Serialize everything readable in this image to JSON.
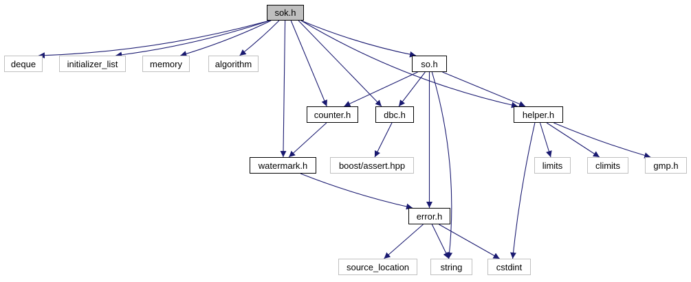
{
  "graph": {
    "edge_color": "#191970",
    "nodes": {
      "sok": {
        "label": "sok.h"
      },
      "deque": {
        "label": "deque"
      },
      "initializer_list": {
        "label": "initializer_list"
      },
      "memory": {
        "label": "memory"
      },
      "algorithm": {
        "label": "algorithm"
      },
      "so": {
        "label": "so.h"
      },
      "counter": {
        "label": "counter.h"
      },
      "dbc": {
        "label": "dbc.h"
      },
      "helper": {
        "label": "helper.h"
      },
      "watermark": {
        "label": "watermark.h"
      },
      "boost": {
        "label": "boost/assert.hpp"
      },
      "limits": {
        "label": "limits"
      },
      "climits": {
        "label": "climits"
      },
      "gmp": {
        "label": "gmp.h"
      },
      "error": {
        "label": "error.h"
      },
      "source_location": {
        "label": "source_location"
      },
      "string": {
        "label": "string"
      },
      "cstdint": {
        "label": "cstdint"
      }
    },
    "edges": [
      {
        "from": "sok",
        "to": "deque"
      },
      {
        "from": "sok",
        "to": "initializer_list"
      },
      {
        "from": "sok",
        "to": "memory"
      },
      {
        "from": "sok",
        "to": "algorithm"
      },
      {
        "from": "sok",
        "to": "so"
      },
      {
        "from": "sok",
        "to": "counter"
      },
      {
        "from": "sok",
        "to": "dbc"
      },
      {
        "from": "sok",
        "to": "helper"
      },
      {
        "from": "sok",
        "to": "watermark"
      },
      {
        "from": "so",
        "to": "counter"
      },
      {
        "from": "so",
        "to": "dbc"
      },
      {
        "from": "so",
        "to": "helper"
      },
      {
        "from": "so",
        "to": "error"
      },
      {
        "from": "so",
        "to": "string"
      },
      {
        "from": "counter",
        "to": "watermark"
      },
      {
        "from": "dbc",
        "to": "boost"
      },
      {
        "from": "helper",
        "to": "limits"
      },
      {
        "from": "helper",
        "to": "climits"
      },
      {
        "from": "helper",
        "to": "gmp"
      },
      {
        "from": "helper",
        "to": "cstdint"
      },
      {
        "from": "watermark",
        "to": "error"
      },
      {
        "from": "error",
        "to": "source_location"
      },
      {
        "from": "error",
        "to": "string"
      },
      {
        "from": "error",
        "to": "cstdint"
      }
    ]
  }
}
